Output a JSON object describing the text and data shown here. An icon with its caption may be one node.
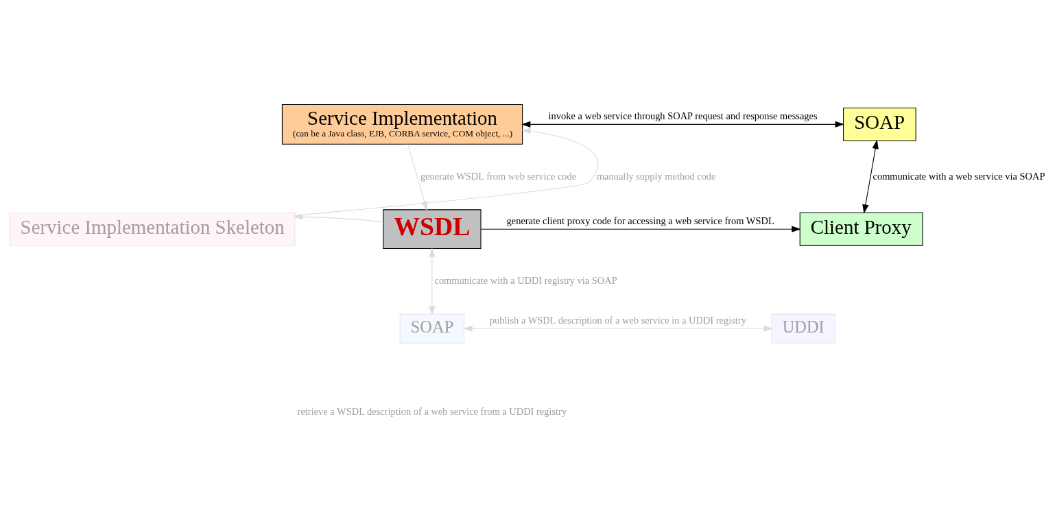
{
  "diagram": {
    "nodes": [
      {
        "text": [
          "Service Implementation",
          "(can be a Java class, EJB, CORBA service, COM object, ...)"
        ]
      },
      {
        "text": [
          "SOAP"
        ]
      },
      {
        "text": [
          "Service Implementation Skeleton"
        ]
      },
      {
        "text": [
          "WSDL"
        ]
      },
      {
        "text": [
          "Client Proxy"
        ]
      },
      {
        "text": [
          "SOAP"
        ]
      },
      {
        "text": [
          "UDDI"
        ]
      }
    ],
    "edges": [
      {
        "from": 0,
        "to": 1,
        "arrow": "both",
        "label": "invoke a web service through SOAP request and response messages",
        "color": "#000000"
      },
      {
        "from": 0,
        "to": 3,
        "arrow": "to",
        "label": "generate WSDL from web service code"
      },
      {
        "from": 2,
        "to": 0,
        "arrow": "to",
        "label": "manually supply method code"
      },
      {
        "from": 1,
        "to": 4,
        "arrow": "both",
        "label": "communicate with a web service via SOAP",
        "color": "#000000"
      },
      {
        "from": 3,
        "to": 2,
        "arrow": "to"
      },
      {
        "from": 3,
        "to": 4,
        "arrow": "to",
        "label": "generate client proxy code for accessing a web service from WSDL",
        "color": "#000000"
      },
      {
        "from": 3,
        "to": 5,
        "arrow": "both",
        "label": "communicate with a UDDI registry via SOAP"
      },
      {
        "from": 5,
        "to": 6,
        "arrow": "both",
        "label": "publish a WSDL description of a web service in a UDDI registry"
      }
    ],
    "labels": [
      "retrieve a WSDL description of a web service from a UDDI registry"
    ]
  }
}
